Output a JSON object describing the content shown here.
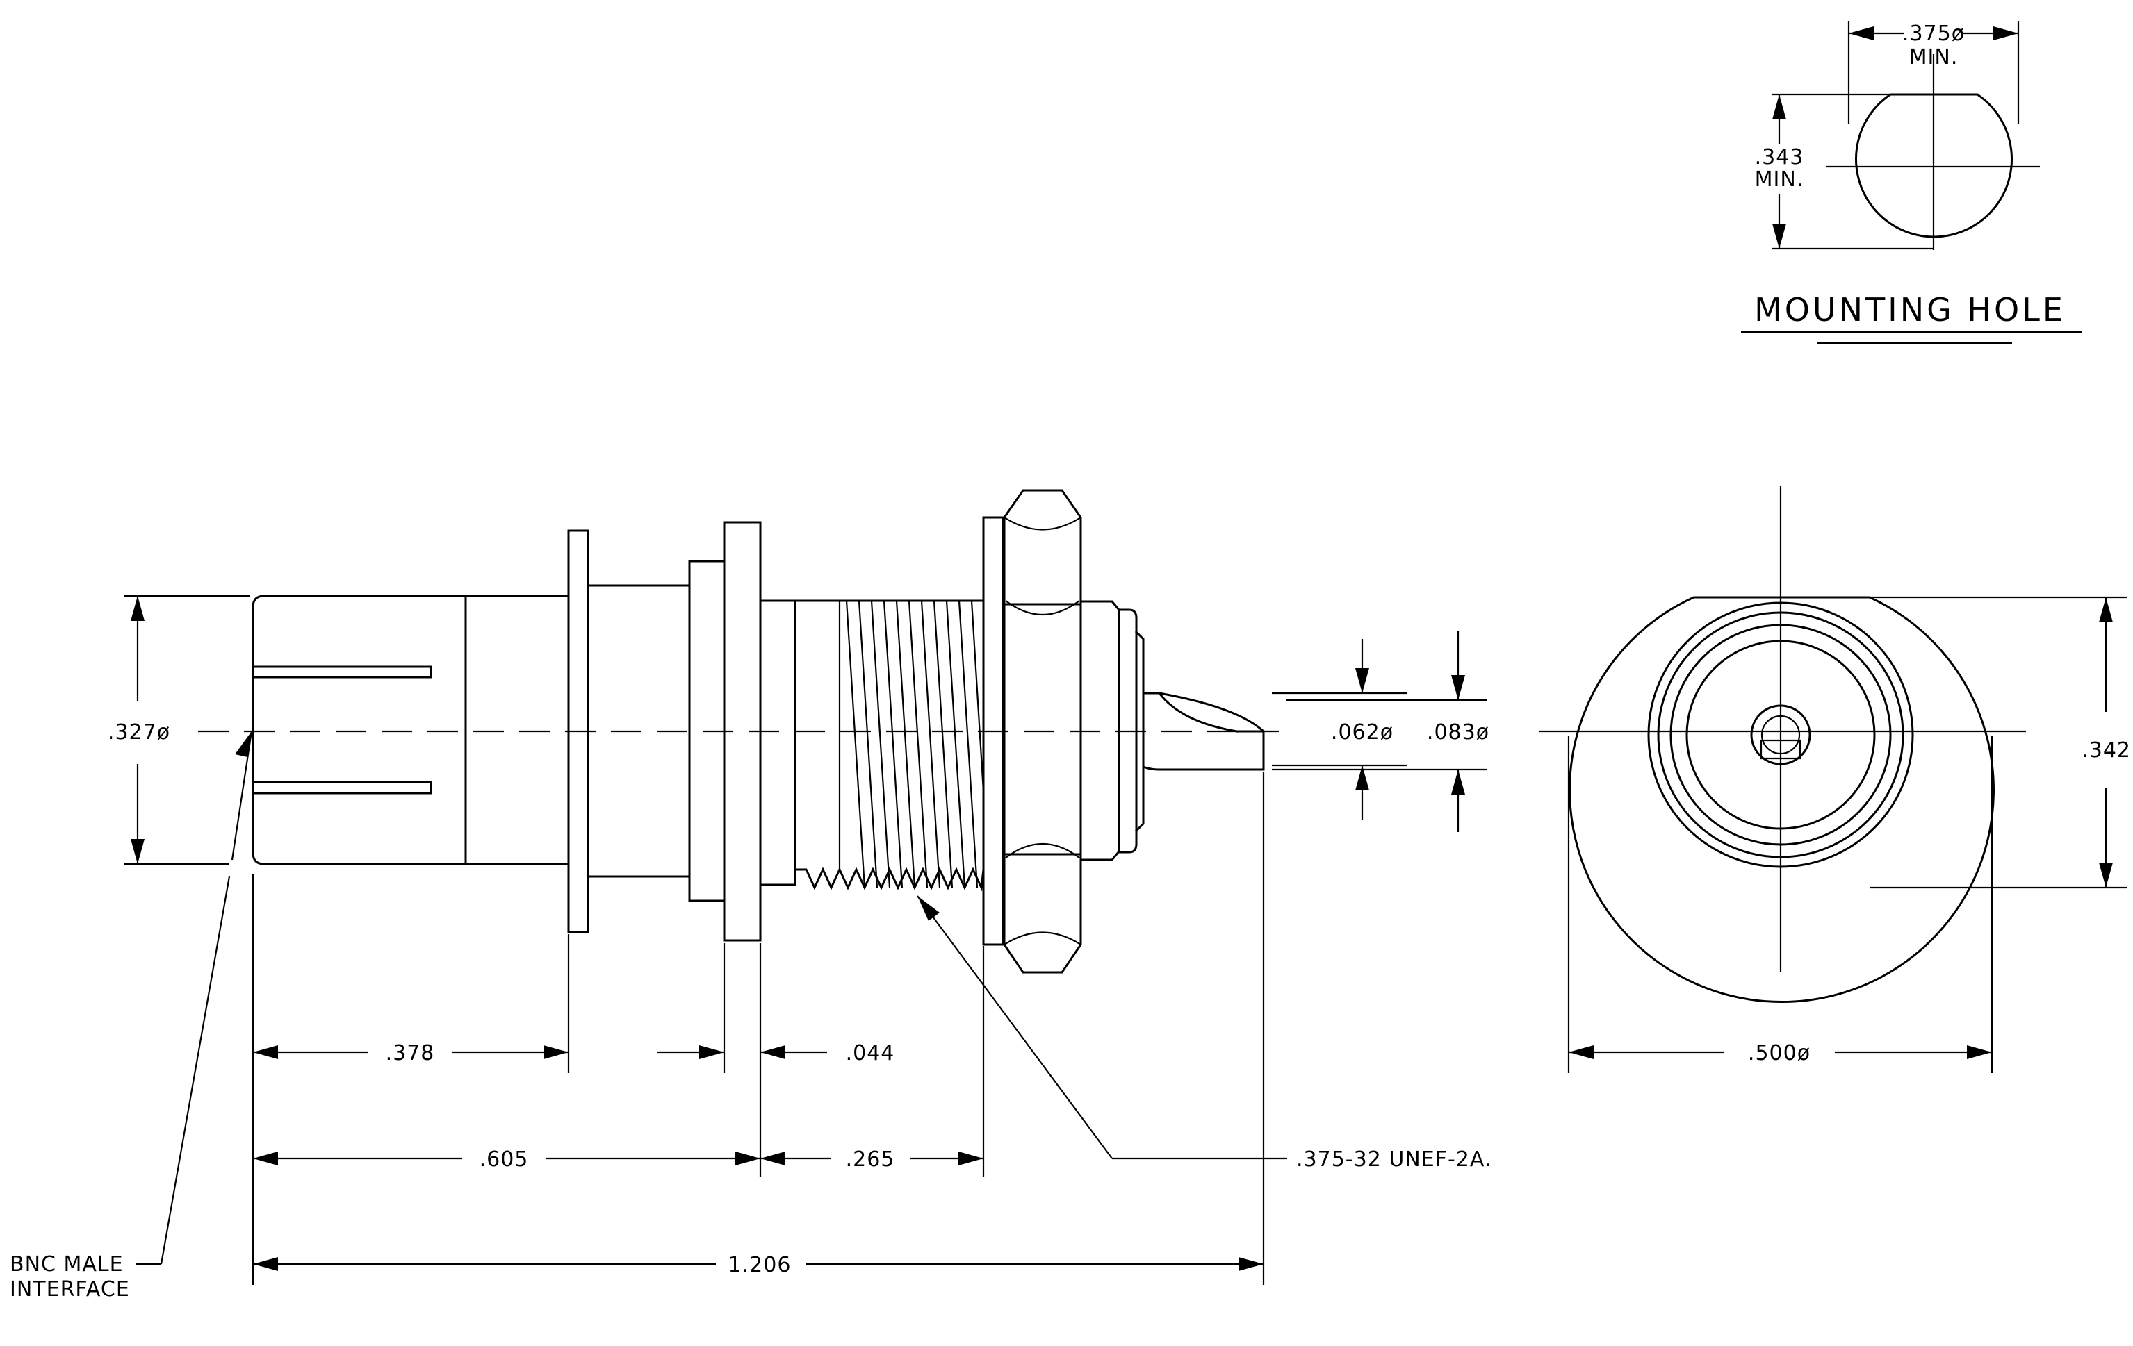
{
  "title": "MOUNTING HOLE",
  "callouts": {
    "bnc_line1": "BNC MALE",
    "bnc_line2": "INTERFACE",
    "thread": ".375-32 UNEF-2A."
  },
  "dimensions": {
    "d327": ".327ø",
    "d062": ".062ø",
    "d083": ".083ø",
    "d342": ".342",
    "d378": ".378",
    "d044": ".044",
    "d605": ".605",
    "d265": ".265",
    "d1206": "1.206",
    "d500": ".500ø",
    "d375": ".375ø",
    "d375_note": "MIN.",
    "d343": ".343",
    "d343_note": "MIN."
  }
}
